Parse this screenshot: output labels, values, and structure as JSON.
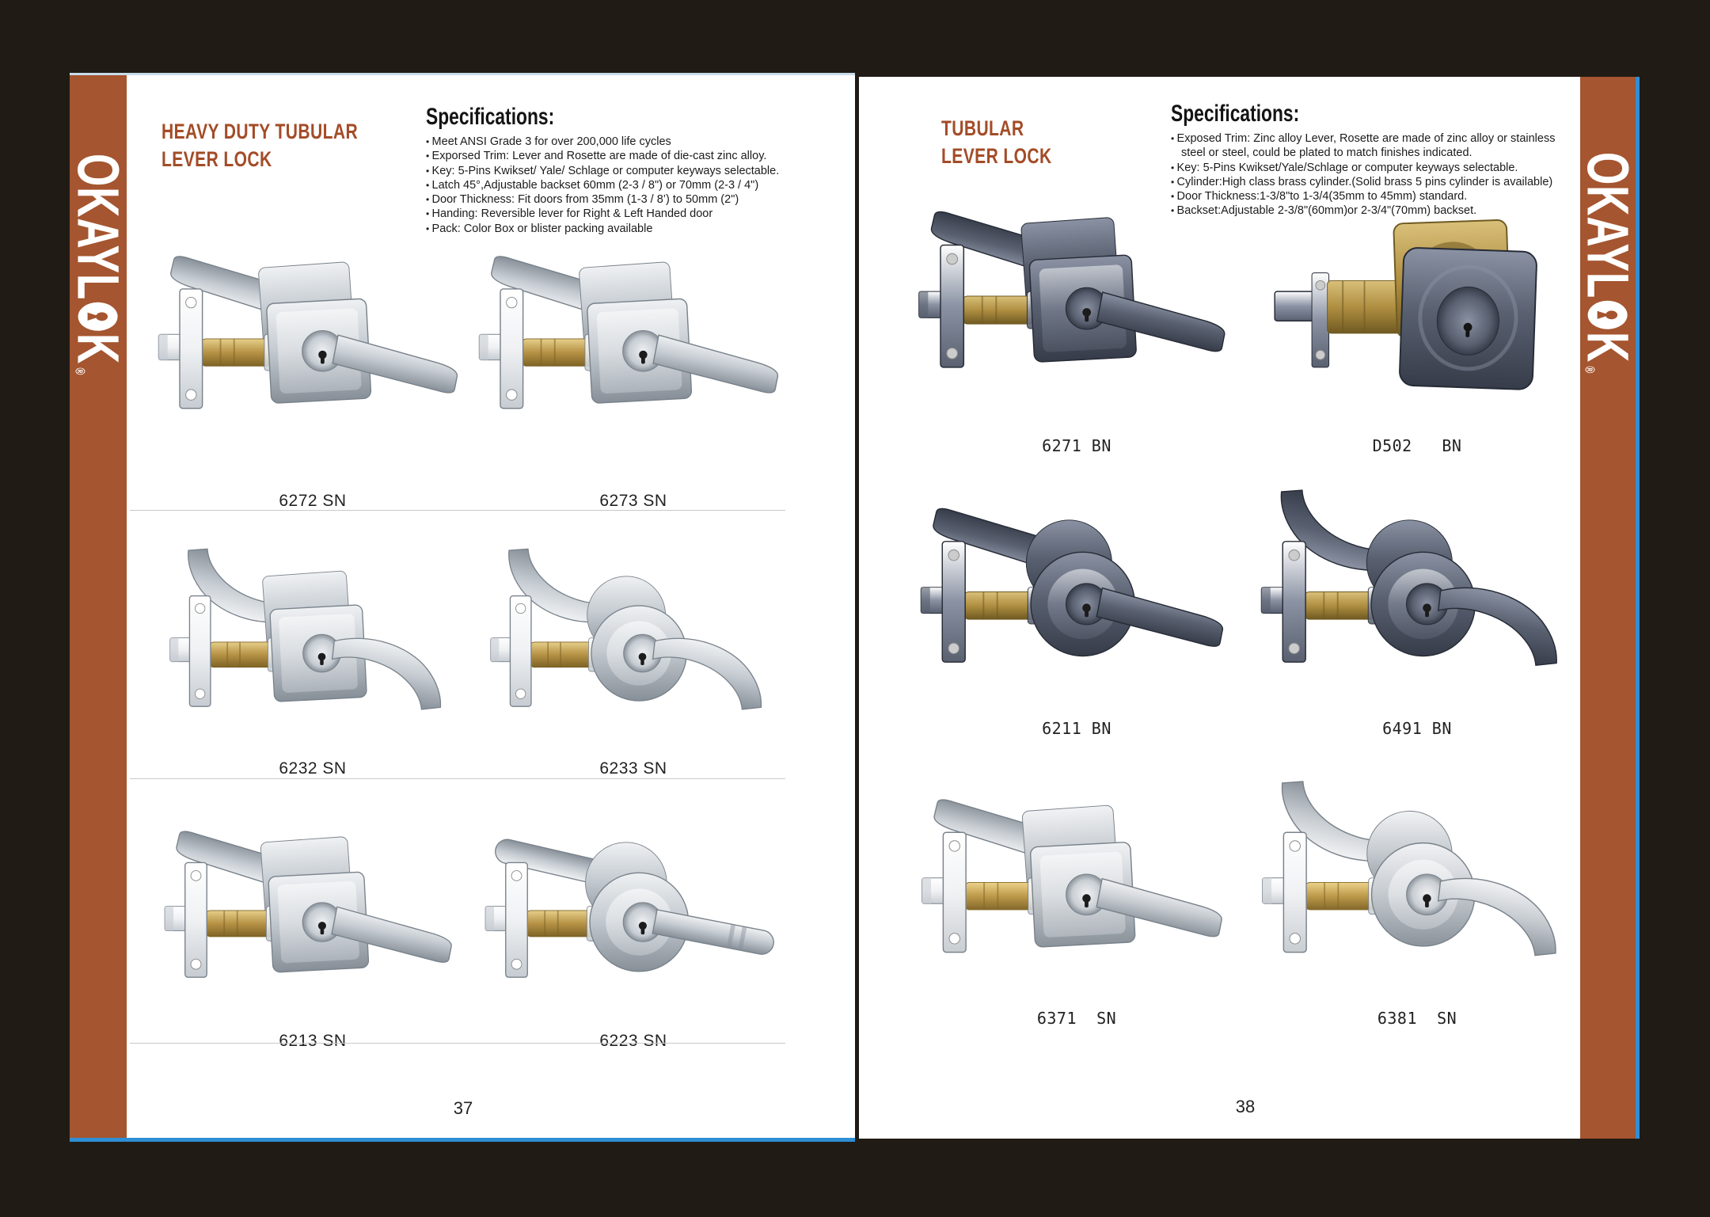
{
  "brand": {
    "logo_prefix": "OKAYL",
    "logo_suffix": "K",
    "registered": "®"
  },
  "colors": {
    "background": "#211b16",
    "accent_brown": "#a5552f",
    "title_brown": "#a34c27",
    "blue_edge": "#2e8fd5",
    "divider": "#c9c9c9"
  },
  "finishes": {
    "nickel": {
      "light": "#eff1f3",
      "main": "#c6ccd2",
      "dark": "#878f98",
      "edge": "#79828b",
      "screw": "#ffffff",
      "brassLight": "#e6cf8a",
      "brass": "#b69245",
      "brassDark": "#7e6326"
    },
    "dark": {
      "light": "#8a92a3",
      "main": "#596070",
      "dark": "#363c49",
      "edge": "#262b36",
      "screw": "#cccccc",
      "brassLight": "#d9c07a",
      "brass": "#b08f41",
      "brassDark": "#6f5a22"
    },
    "nickel_brass": {
      "light": "#f1f2f4",
      "main": "#c9ced3",
      "dark": "#8b939b",
      "edge": "#79828b",
      "screw": "#ffffff",
      "brassLight": "#ecd28a",
      "brass": "#bd9a4a",
      "brassDark": "#83682a"
    }
  },
  "pages": [
    {
      "number": "37",
      "title_lines": [
        "HEAVY DUTY TUBULAR",
        "LEVER LOCK"
      ],
      "specs_heading": "Specifications:",
      "specs": [
        "Meet ANSI Grade 3 for over 200,000 life cycles",
        "Exporsed Trim: Lever and Rosette are made of die-cast zinc alloy.",
        "Key: 5-Pins Kwikset/ Yale/ Schlage or computer keyways selectable.",
        "Latch 45°,Adjustable backset 60mm (2-3 / 8\") or 70mm (2-3 / 4\")",
        "Door Thickness: Fit doors from 35mm (1-3 / 8’) to 50mm (2\")",
        "Handing: Reversible lever for Right & Left Handed door",
        "Pack: Color Box or blister packing available"
      ],
      "products": [
        {
          "model": "6272 SN",
          "style": "lever",
          "finish": "nickel",
          "rosette": "square",
          "lever": "angular"
        },
        {
          "model": "6273 SN",
          "style": "lever",
          "finish": "nickel",
          "rosette": "square",
          "lever": "angular"
        },
        {
          "model": "6232 SN",
          "style": "lever",
          "finish": "nickel",
          "rosette": "square",
          "lever": "curved"
        },
        {
          "model": "6233 SN",
          "style": "lever",
          "finish": "nickel",
          "rosette": "round",
          "lever": "curved"
        },
        {
          "model": "6213 SN",
          "style": "lever",
          "finish": "nickel",
          "rosette": "square",
          "lever": "angular"
        },
        {
          "model": "6223 SN",
          "style": "lever",
          "finish": "nickel",
          "rosette": "round",
          "lever": "tube"
        }
      ]
    },
    {
      "number": "38",
      "title_lines": [
        "TUBULAR",
        "LEVER LOCK"
      ],
      "specs_heading": "Specifications:",
      "specs": [
        "Exposed Trim: Zinc alloy Lever, Rosette are made of zinc  alloy or stainless steel or steel, could be plated to match finishes indicated.",
        "Key: 5-Pins Kwikset/Yale/Schlage or computer keyways selectable.",
        "Cylinder:High class brass cylinder.(Solid brass 5 pins cylinder is available)",
        "Door Thickness:1-3/8\"to 1-3/4(35mm to 45mm) standard.",
        "Backset:Adjustable 2-3/8\"(60mm)or 2-3/4\"(70mm) backset."
      ],
      "products": [
        {
          "model": "6271 BN",
          "style": "lever",
          "finish": "dark",
          "rosette": "square",
          "lever": "angular"
        },
        {
          "model": "D502   BN",
          "style": "deadbolt",
          "finish": "dark",
          "rosette": "square",
          "lever": "angular"
        },
        {
          "model": "6211 BN",
          "style": "lever",
          "finish": "dark",
          "rosette": "round",
          "lever": "angular"
        },
        {
          "model": "6491 BN",
          "style": "lever",
          "finish": "dark",
          "rosette": "round",
          "lever": "curved"
        },
        {
          "model": "6371  SN",
          "style": "lever",
          "finish": "nickel_brass",
          "rosette": "square",
          "lever": "angular"
        },
        {
          "model": "6381  SN",
          "style": "lever",
          "finish": "nickel_brass",
          "rosette": "round",
          "lever": "curved"
        }
      ]
    }
  ]
}
